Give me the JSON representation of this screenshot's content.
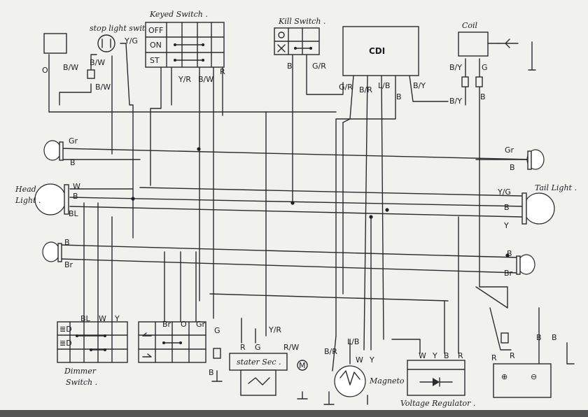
{
  "components": {
    "keyed_switch": {
      "title": "Keyed Switch .",
      "rows": [
        "OFF",
        "ON",
        "ST"
      ]
    },
    "kill_switch": {
      "title": "Kill Switch ."
    },
    "cdi": {
      "label": "CDI"
    },
    "coil": {
      "label": "Coil"
    },
    "stop_light_switch": {
      "label": "stop light switch"
    },
    "head_light": {
      "label_line1": "Head",
      "label_line2": "Light ."
    },
    "tail_light": {
      "label": "Tail Light ."
    },
    "dimmer_switch": {
      "label_line1": "Dimmer",
      "label_line2": "Switch ."
    },
    "stator": {
      "label": "stater Sec ."
    },
    "magneto": {
      "label": "Magneto ."
    },
    "voltage_regulator": {
      "label": "Voltage Regulator ."
    },
    "battery": {
      "plus": "⊕",
      "minus": "⊖"
    }
  },
  "wire_labels": {
    "box_o": "O",
    "bw_1": "B/W",
    "bw_2": "B/W",
    "bw_3": "B/W",
    "yg_stop": "Y/G",
    "ks_yr": "Y/R",
    "ks_bw": "B/W",
    "ks_r": "R",
    "kill_b": "B",
    "kill_gr": "G/R",
    "cdi_gr": "G/R",
    "cdi_br": "B/R",
    "cdi_lb": "L/B",
    "cdi_b": "B",
    "cdi_by": "B/Y",
    "coil_by": "B/Y",
    "coil_g": "G",
    "coil_by2": "B/Y",
    "coil_b": "B",
    "tl_gr": "Gr",
    "tl_b": "B",
    "hl_w": "W",
    "hl_b": "B",
    "hl_bl": "BL",
    "bl_b": "B",
    "bl_br": "Br",
    "tr_gr": "Gr",
    "tr_b": "B",
    "tail_yg": "Y/G",
    "tail_b": "B",
    "tail_y": "Y",
    "br_b": "B",
    "br_br": "Br",
    "dim_bl": "BL",
    "dim_w": "W",
    "dim_y": "Y",
    "ls_br": "Br",
    "ls_o": "O",
    "ls_gr": "Gr",
    "st_g": "G",
    "st_b": "B",
    "st_r": "R",
    "st_g2": "G",
    "st_yr": "Y/R",
    "st_rw": "R/W",
    "mg_br": "B/R",
    "mg_lb": "L/B",
    "mg_w": "W",
    "mg_y": "Y",
    "vr_w": "W",
    "vr_y": "Y",
    "vr_b": "B",
    "vr_r": "R",
    "bat_r1": "R",
    "bat_r2": "R",
    "bat_b1": "B",
    "bat_b2": "B"
  },
  "colors": {
    "ink": "#2a2a30",
    "paper": "#f1f1ee"
  }
}
